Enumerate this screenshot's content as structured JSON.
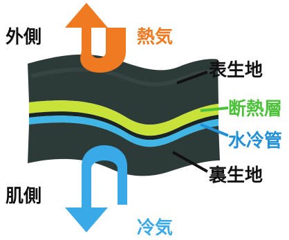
{
  "sides": {
    "outer": "外側",
    "skin": "肌側"
  },
  "flows": {
    "heat": "熱気",
    "cool": "冷気"
  },
  "layers": {
    "outer_fabric": "表生地",
    "insulation": "断熱層",
    "water_tube": "水冷管",
    "inner_fabric": "裏生地"
  },
  "colors": {
    "heat_arrow": "#f07a22",
    "cool_arrow": "#3aa9e8",
    "fabric": "#2c3a38",
    "fabric_dark": "#1a2422",
    "insulation": "#c9e23a",
    "water_tube": "#3fb6e6",
    "insulation_text": "#4cc23a",
    "water_text": "#1f8fd6"
  }
}
